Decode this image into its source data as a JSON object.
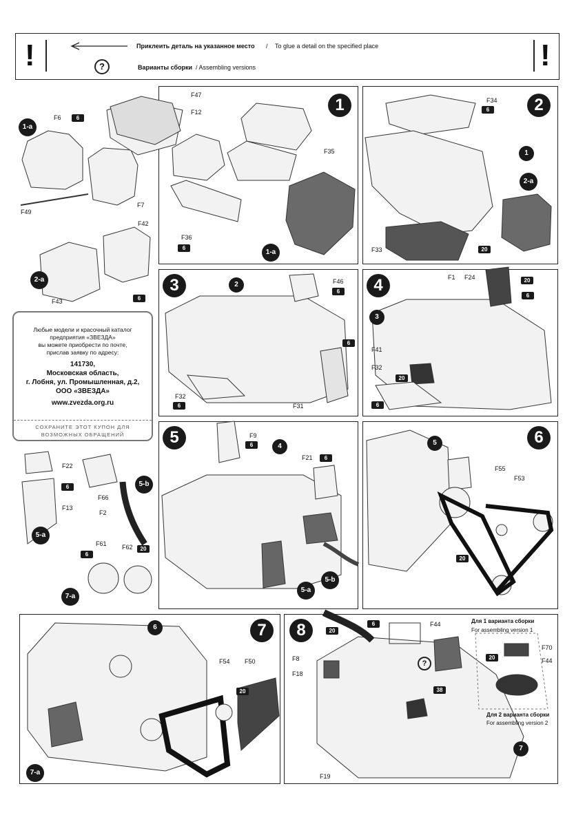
{
  "header": {
    "exclaim": "!",
    "glue_text": "Приклеить деталь на указанное место",
    "glue_sep": "/",
    "glue_en": "To glue a detail on the specified place",
    "question": "?",
    "versions_text": "Варианты сборки",
    "versions_en": "/ Assembling versions"
  },
  "coupon": {
    "line1": "Любые модели и красочный каталог",
    "line2": "предприятия «ЗВЕЗДА»",
    "line3": "вы можете приобрести по почте,",
    "line4": "прислав заявку по адресу:",
    "addr1": "141730,",
    "addr2": "Московская область,",
    "addr3": "г. Лобня, ул. Промышленная, д.2,",
    "addr4": "ООО «ЗВЕЗДА»",
    "site": "www.zvezda.org.ru",
    "foot1": "СОХРАНИТЕ ЭТОТ КУПОН ДЛЯ",
    "foot2": "ВОЗМОЖНЫХ ОБРАЩЕНИЙ"
  },
  "steps": {
    "s1": "1",
    "s2": "2",
    "s3": "3",
    "s4": "4",
    "s5": "5",
    "s6": "6",
    "s7": "7",
    "s8": "8"
  },
  "subs": {
    "a1": "1-a",
    "a2": "2-a",
    "a5": "5-a",
    "b5": "5-b",
    "a7": "7-a",
    "r1a": "1-a",
    "r1": "1",
    "r2a": "2-a",
    "r2": "2",
    "r3": "3",
    "r4": "4",
    "r5a": "5-a",
    "r5b": "5-b",
    "r5": "5",
    "r6": "6",
    "r7a": "7-a",
    "r7": "7"
  },
  "parts": {
    "f6": "F6",
    "f7": "F7",
    "f49": "F49",
    "f42": "F42",
    "f43": "F43",
    "f47": "F47",
    "f12": "F12",
    "f35": "F35",
    "f36": "F36",
    "f34": "F34",
    "f33": "F33",
    "f46": "F46",
    "f32a": "F32",
    "f31": "F31",
    "f1": "F1",
    "f24": "F24",
    "f41": "F41",
    "f32b": "F32",
    "f22": "F22",
    "f13": "F13",
    "f66": "F66",
    "f2": "F2",
    "f61": "F61",
    "f62": "F62",
    "f9": "F9",
    "f21": "F21",
    "f55": "F55",
    "f53": "F53",
    "f54": "F54",
    "f50": "F50",
    "f44a": "F44",
    "f8": "F8",
    "f18": "F18",
    "f19": "F19",
    "f70": "F70",
    "f44b": "F44"
  },
  "badges": {
    "six": "6",
    "twenty": "20",
    "thirtyeight": "38"
  },
  "versions": {
    "v1_ru": "Для 1 варианта сборки",
    "v1_en": "For assembling version 1",
    "v2_ru": "Для 2 варианта сборки",
    "v2_en": "For assembling version 2"
  },
  "colors": {
    "ink": "#1a1a1a",
    "frame": "#222222",
    "coupon_border": "#777777"
  }
}
